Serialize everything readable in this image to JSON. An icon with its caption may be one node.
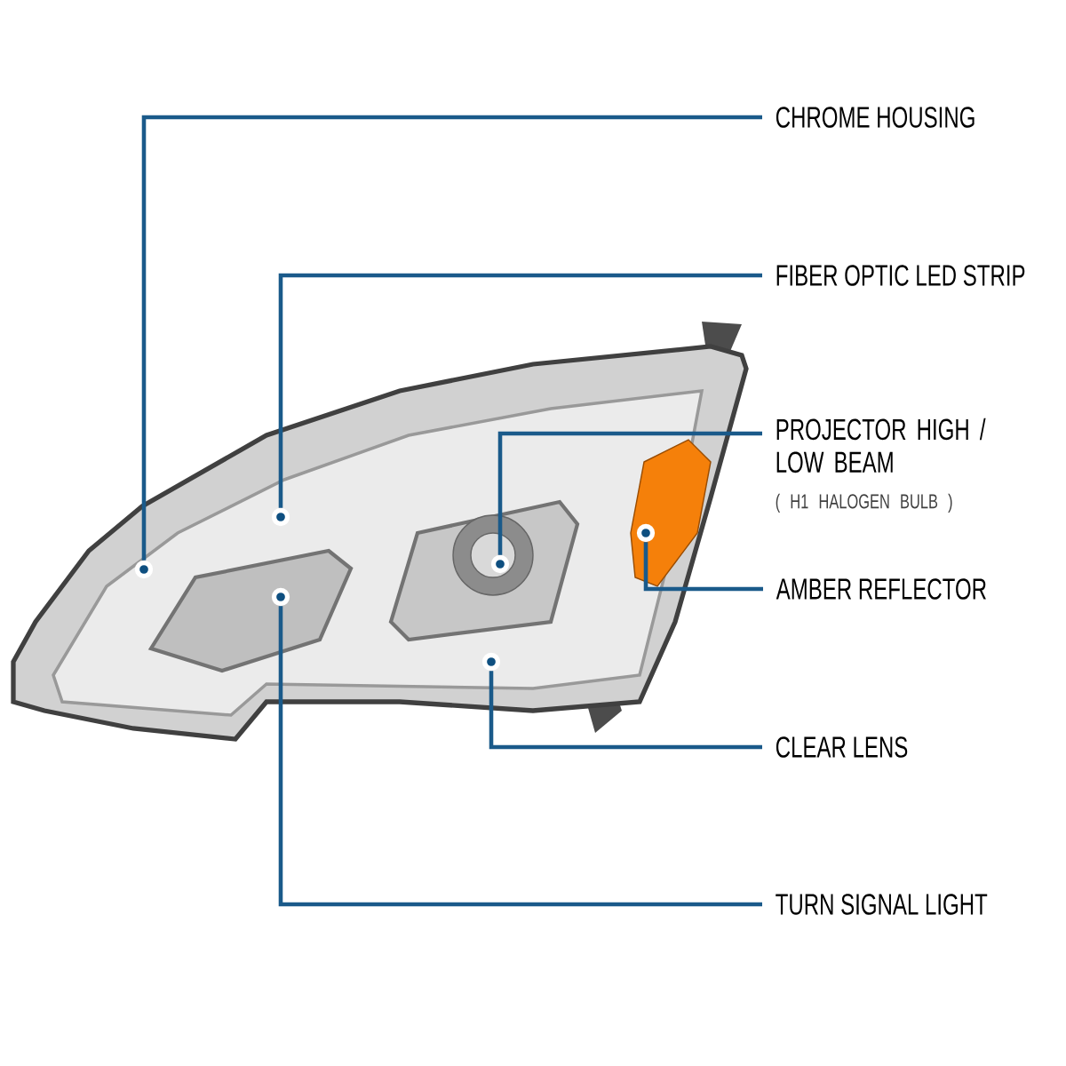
{
  "diagram": {
    "nodes": [
      {
        "text": [
          "CHROME HOUSING"
        ]
      },
      {
        "text": [
          "FIBER OPTIC LED STRIP"
        ]
      },
      {
        "text": [
          "PROJECTOR HIGH / LOW BEAM",
          "( H1 HALOGEN BULB )"
        ]
      },
      {
        "text": [
          "AMBER REFLECTOR"
        ]
      },
      {
        "text": [
          "CLEAR LENS"
        ]
      },
      {
        "text": [
          "TURN SIGNAL LIGHT"
        ]
      },
      {
        "text": [],
        "shape": "circle"
      },
      {
        "text": [],
        "shape": "circle"
      },
      {
        "text": [],
        "shape": "circle"
      },
      {
        "text": [],
        "shape": "circle"
      },
      {
        "text": [],
        "shape": "circle"
      },
      {
        "text": [],
        "shape": "circle"
      }
    ],
    "edges": [
      {
        "from": 0,
        "to": 6,
        "arrow": "none"
      },
      {
        "from": 1,
        "to": 7,
        "arrow": "none"
      },
      {
        "from": 2,
        "to": 8,
        "arrow": "none"
      },
      {
        "from": 3,
        "to": 9,
        "arrow": "none"
      },
      {
        "from": 4,
        "to": 10,
        "arrow": "none"
      },
      {
        "from": 5,
        "to": 11,
        "arrow": "none"
      }
    ]
  }
}
